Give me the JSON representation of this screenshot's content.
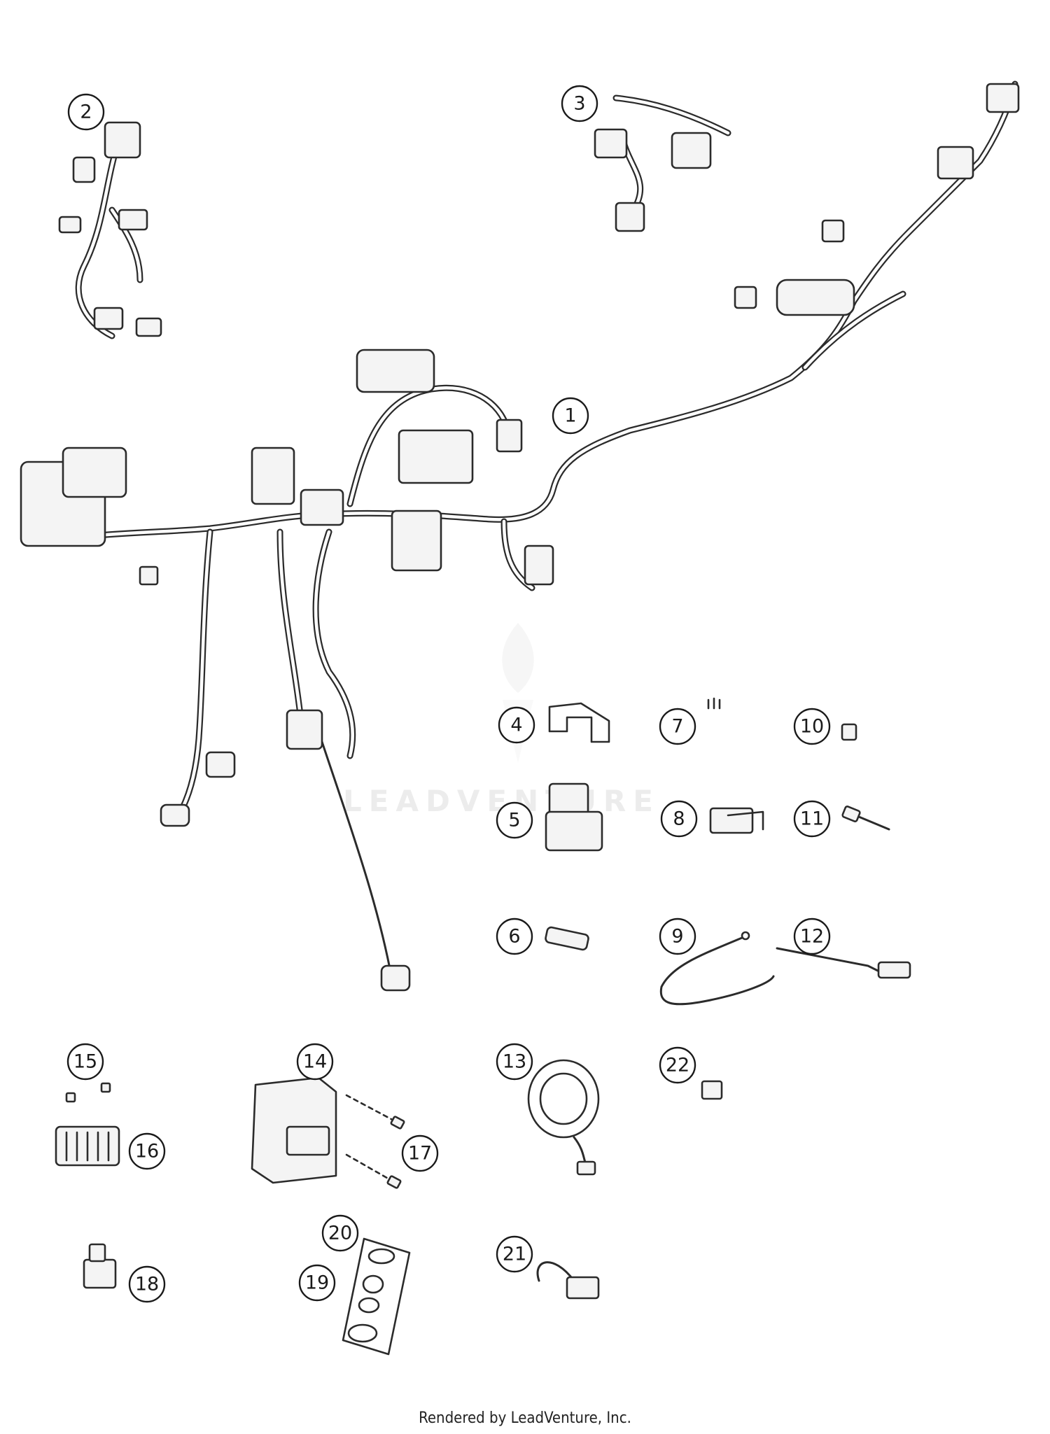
{
  "callouts": [
    "1",
    "2",
    "3",
    "4",
    "5",
    "6",
    "7",
    "8",
    "9",
    "10",
    "11",
    "12",
    "13",
    "14",
    "15",
    "16",
    "17",
    "18",
    "19",
    "20",
    "21",
    "22"
  ],
  "watermark": "LEADVENTURE",
  "footer": "Rendered by LeadVenture, Inc.",
  "colors": {
    "line": "#2b2b2b",
    "watermark": "#ececec"
  }
}
